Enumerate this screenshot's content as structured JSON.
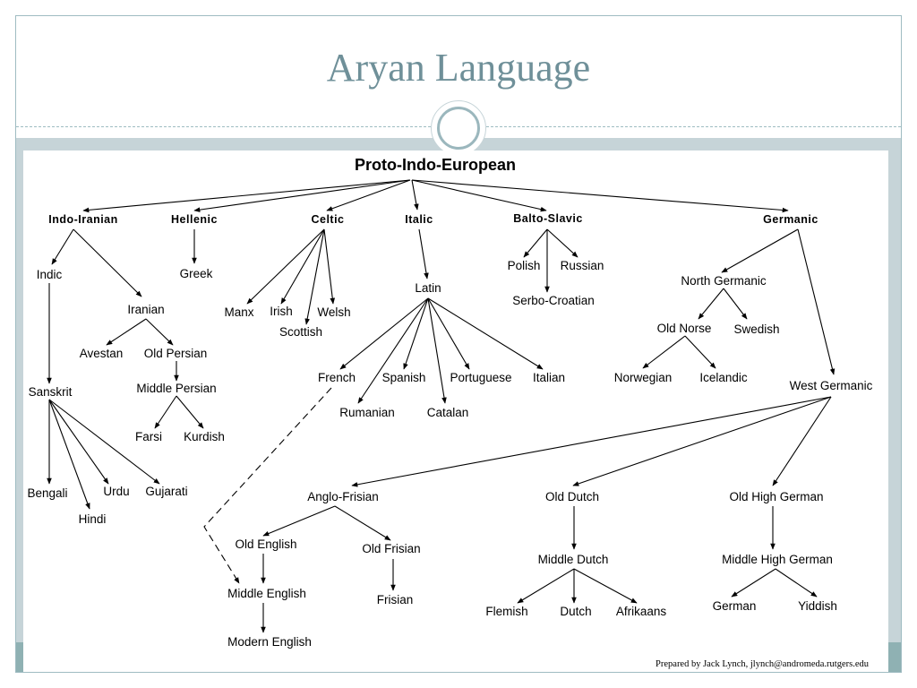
{
  "slide": {
    "title": "Aryan Language"
  },
  "tree": {
    "root": "Proto-Indo-European",
    "branches": {
      "indo_iranian": "Indo-Iranian",
      "hellenic": "Hellenic",
      "celtic": "Celtic",
      "italic": "Italic",
      "balto_slavic": "Balto-Slavic",
      "germanic": "Germanic"
    },
    "languages": {
      "indic": "Indic",
      "iranian": "Iranian",
      "avestan": "Avestan",
      "old_persian": "Old Persian",
      "middle_persian": "Middle Persian",
      "farsi": "Farsi",
      "kurdish": "Kurdish",
      "sanskrit": "Sanskrit",
      "bengali": "Bengali",
      "hindi": "Hindi",
      "urdu": "Urdu",
      "gujarati": "Gujarati",
      "greek": "Greek",
      "manx": "Manx",
      "irish": "Irish",
      "scottish": "Scottish",
      "welsh": "Welsh",
      "latin": "Latin",
      "french": "French",
      "spanish": "Spanish",
      "portuguese": "Portuguese",
      "italian": "Italian",
      "rumanian": "Rumanian",
      "catalan": "Catalan",
      "polish": "Polish",
      "russian": "Russian",
      "serbo_croatian": "Serbo-Croatian",
      "north_germanic": "North Germanic",
      "old_norse": "Old Norse",
      "swedish": "Swedish",
      "norwegian": "Norwegian",
      "icelandic": "Icelandic",
      "west_germanic": "West Germanic",
      "anglo_frisian": "Anglo-Frisian",
      "old_english": "Old English",
      "middle_english": "Middle English",
      "modern_english": "Modern English",
      "old_frisian": "Old Frisian",
      "frisian": "Frisian",
      "old_dutch": "Old Dutch",
      "middle_dutch": "Middle Dutch",
      "flemish": "Flemish",
      "dutch": "Dutch",
      "afrikaans": "Afrikaans",
      "old_high_german": "Old High German",
      "middle_high_german": "Middle High German",
      "german": "German",
      "yiddish": "Yiddish"
    },
    "credit": "Prepared by Jack Lynch, jlynch@andromeda.rutgers.edu"
  }
}
